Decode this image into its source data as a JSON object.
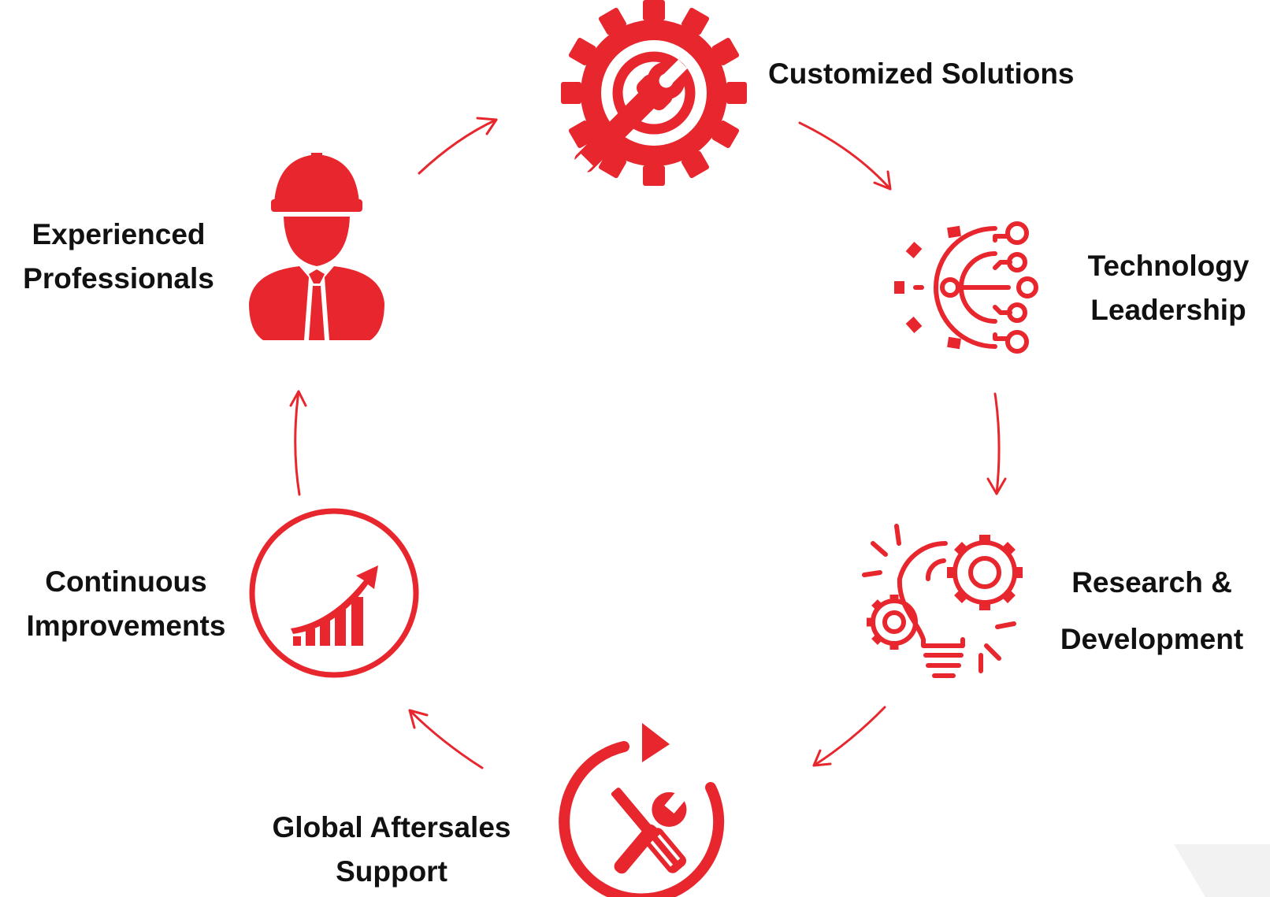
{
  "colors": {
    "accent": "#e8262d",
    "text": "#111111",
    "corner_shape": "#f2f2f2"
  },
  "nodes": [
    {
      "id": "customized-solutions",
      "icon": "gear-wrench-icon",
      "lines": [
        "Customized Solutions"
      ]
    },
    {
      "id": "technology-leadership",
      "icon": "gear-circuit-icon",
      "lines": [
        "Technology",
        "Leadership"
      ]
    },
    {
      "id": "research-development",
      "icon": "lightbulb-gear-icon",
      "lines": [
        "Research &",
        "Development"
      ]
    },
    {
      "id": "global-aftersales-support",
      "icon": "tools-refresh-icon",
      "lines": [
        "Global Aftersales",
        "Support"
      ]
    },
    {
      "id": "continuous-improvements",
      "icon": "growth-chart-icon",
      "lines": [
        "Continuous",
        "Improvements"
      ]
    },
    {
      "id": "experienced-professionals",
      "icon": "engineer-icon",
      "lines": [
        "Experienced",
        "Professionals"
      ]
    }
  ]
}
